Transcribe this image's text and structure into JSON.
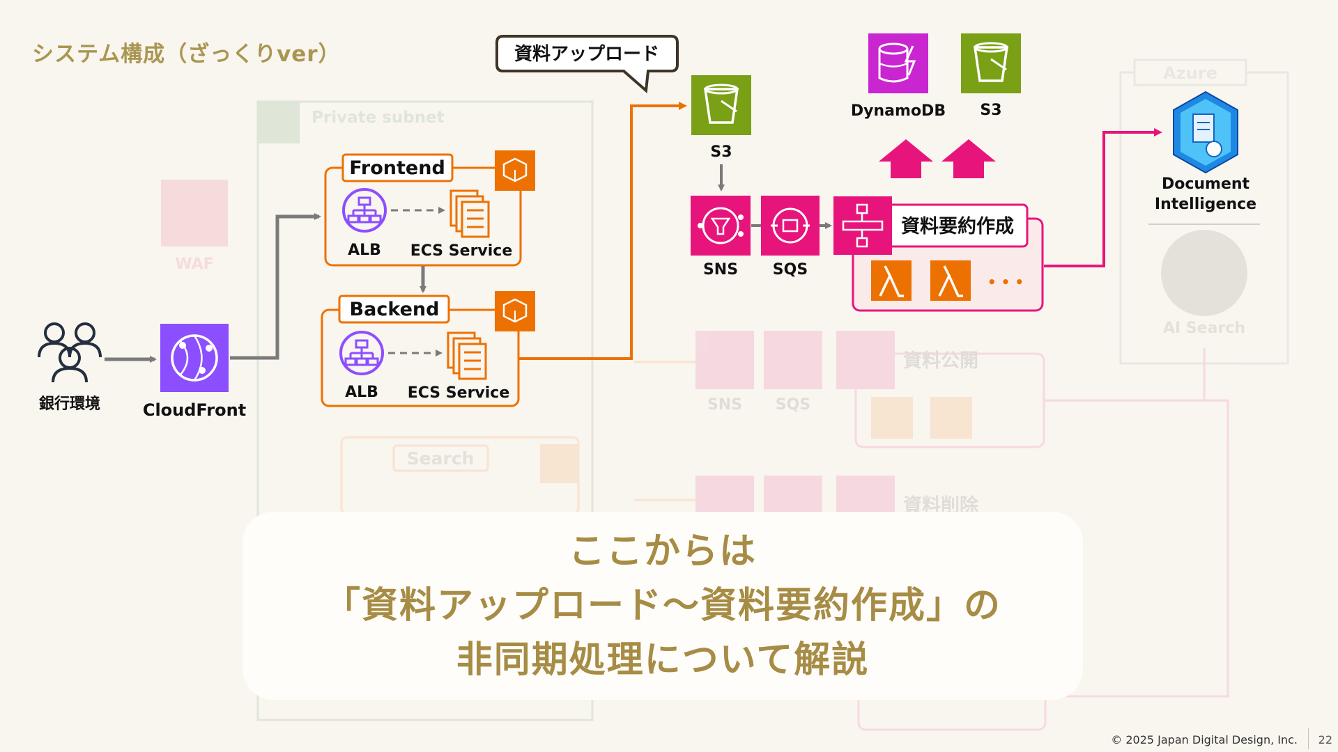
{
  "slide": {
    "title": "システム構成（ざっくりver）",
    "callout": "資料アップロード",
    "overlay_lines": [
      "ここからは",
      "「資料アップロード〜資料要約作成」の",
      "非同期処理について解説"
    ],
    "copyright": "© 2025 Japan Digital Design, Inc.",
    "page_number": "22"
  },
  "nodes": {
    "users": "銀行環境",
    "cloudfront": "CloudFront",
    "frontend": "Frontend",
    "backend": "Backend",
    "alb": "ALB",
    "ecs": "ECS Service",
    "s3_upload": "S3",
    "sns": "SNS",
    "sqs": "SQS",
    "summary": "資料要約作成",
    "dynamodb": "DynamoDB",
    "s3_out": "S3",
    "doc_intel_1": "Document",
    "doc_intel_2": "Intelligence",
    "ellipsis": "• • •"
  },
  "faded": {
    "private_subnet": "Private subnet",
    "waf": "WAF",
    "azure": "Azure",
    "ai_search": "AI Search",
    "search": "Search",
    "publish": "資料公開",
    "delete": "資料削除",
    "sns": "SNS",
    "sqs": "SQS"
  },
  "colors": {
    "orange": "#ed7100",
    "purple": "#8c4fff",
    "green": "#7aa116",
    "pink": "#e7157b",
    "magenta": "#c925d1",
    "gray_arrow": "#7a7a7a",
    "gold_text": "#a68c45"
  },
  "icons": [
    "users-icon",
    "cloudfront-icon",
    "alb-icon",
    "ecs-service-icon",
    "ecs-cluster-icon",
    "s3-bucket-icon",
    "sns-icon",
    "sqs-icon",
    "step-functions-icon",
    "lambda-icon",
    "dynamodb-icon",
    "document-intelligence-icon"
  ]
}
